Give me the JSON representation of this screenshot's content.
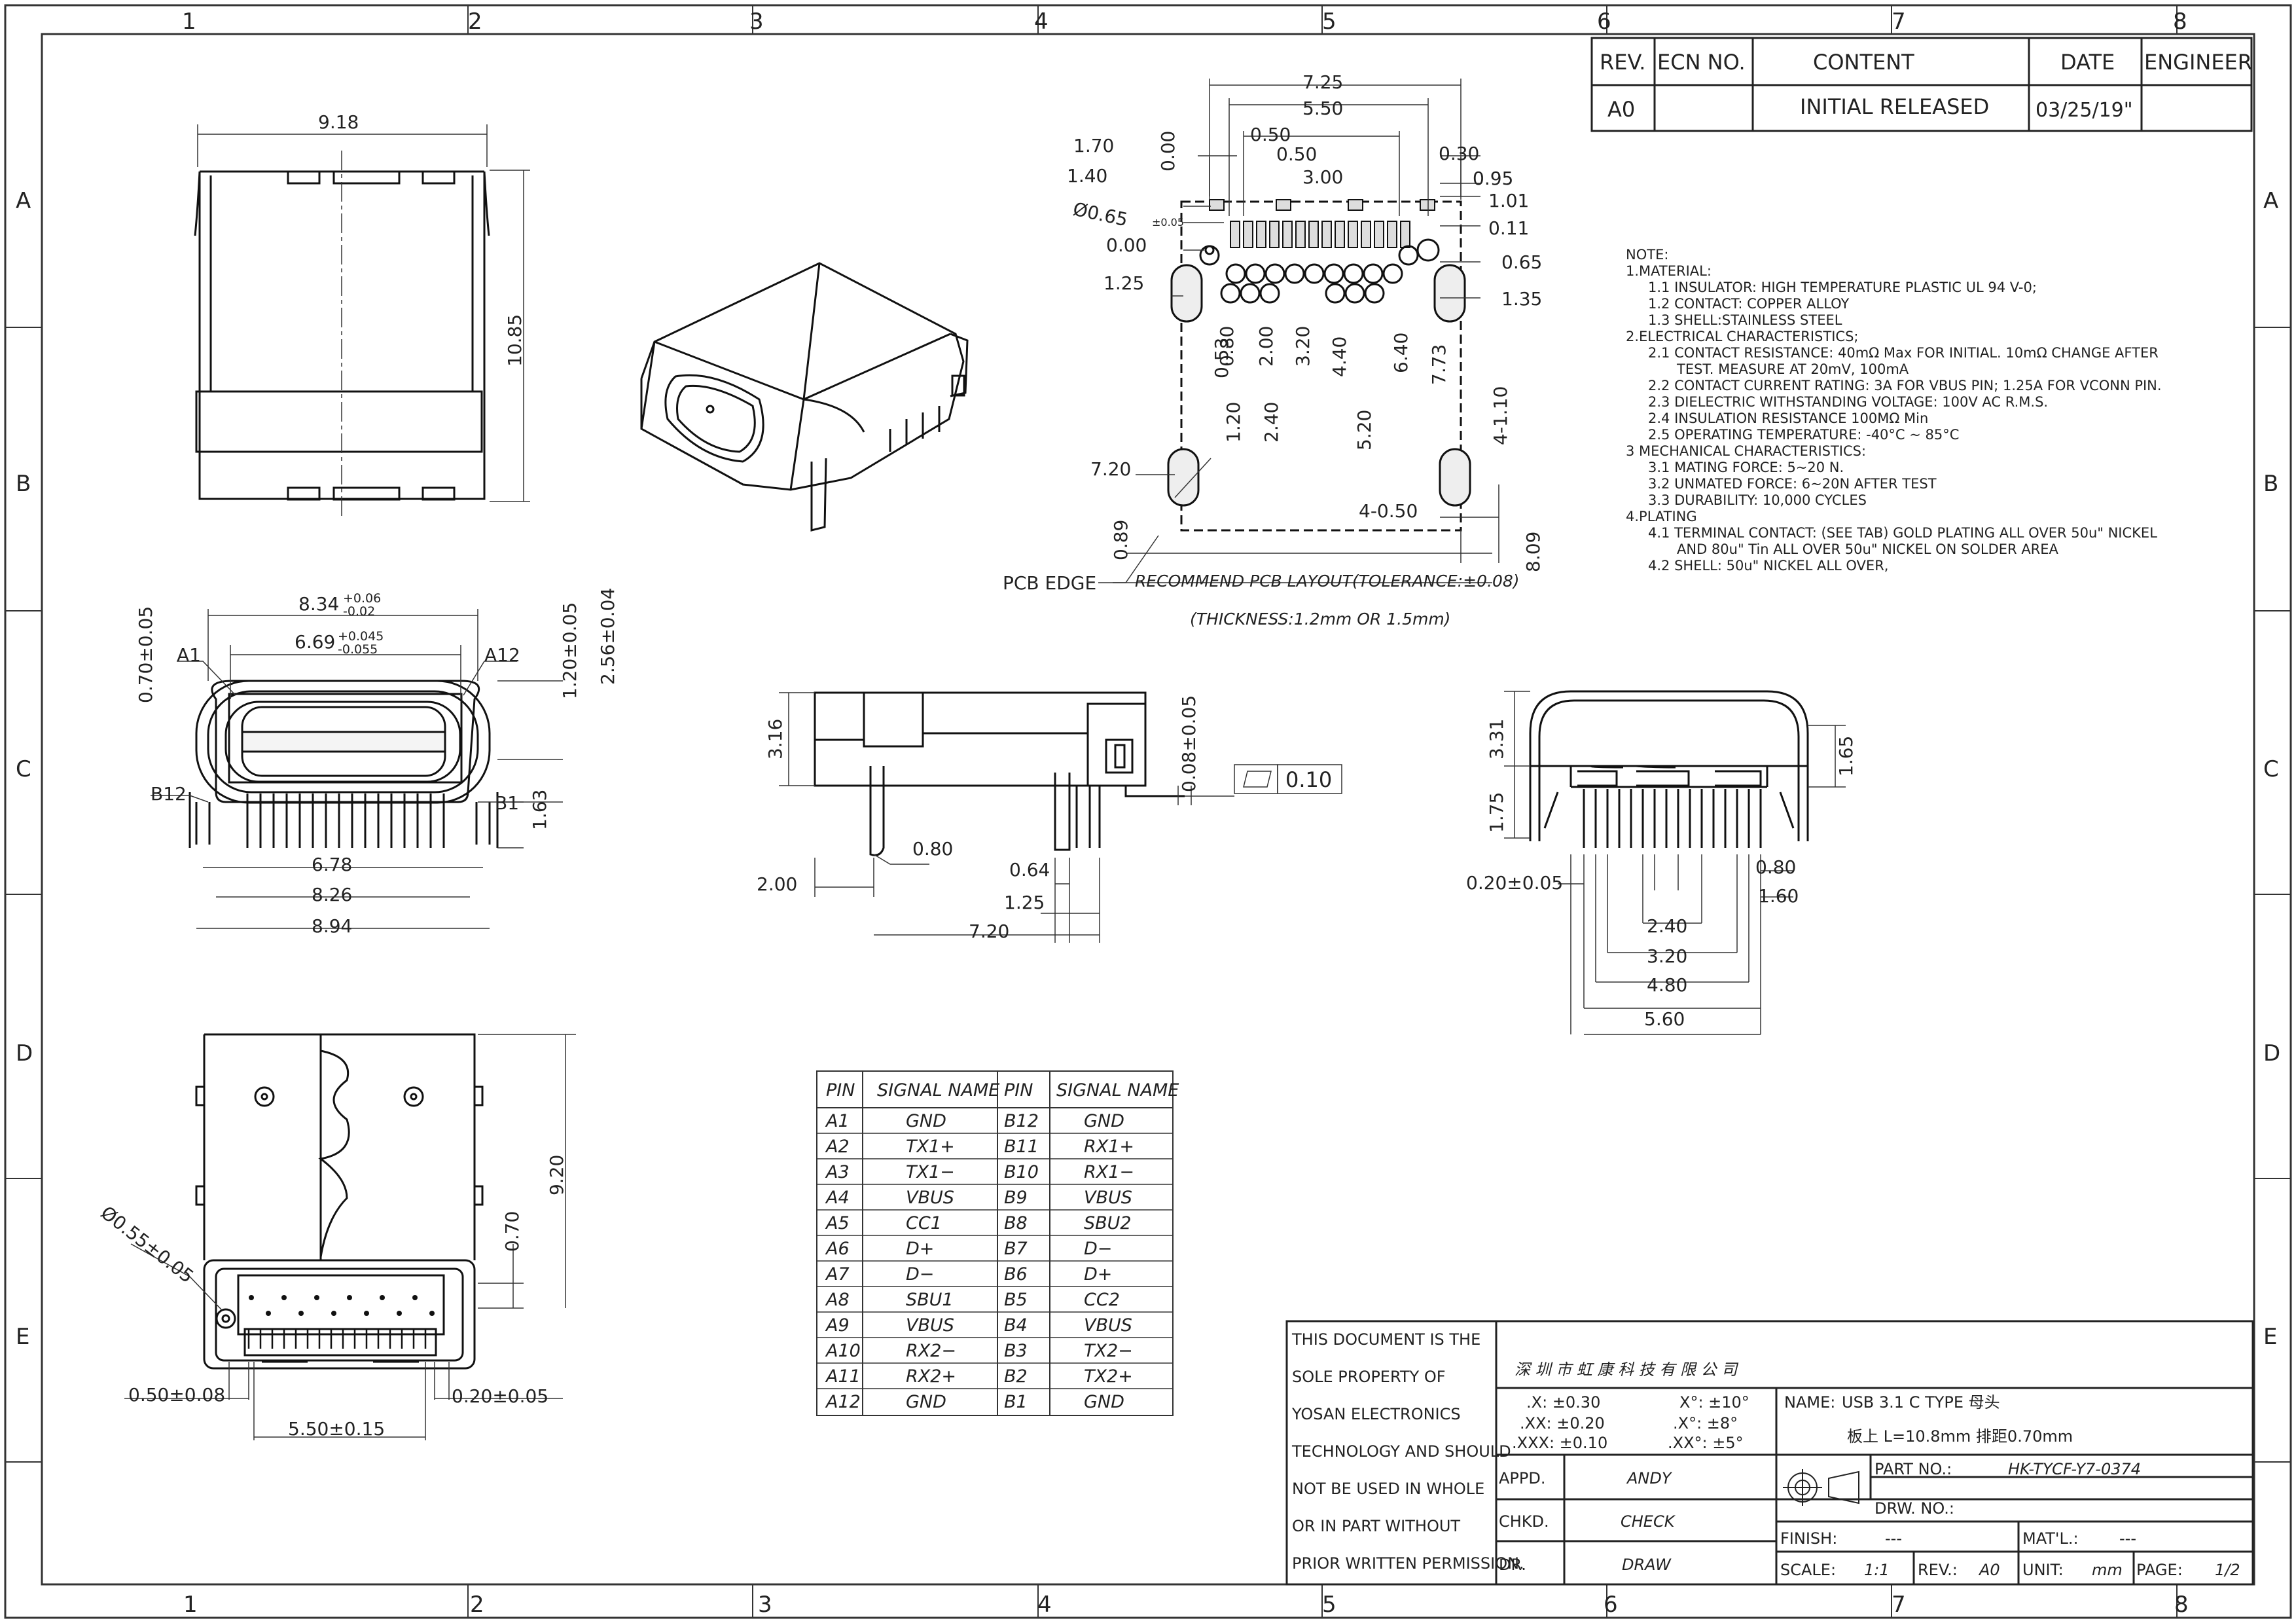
{
  "ruler": {
    "cols": [
      "1",
      "2",
      "3",
      "4",
      "5",
      "6",
      "7",
      "8"
    ],
    "rows": [
      "A",
      "B",
      "C",
      "D",
      "E"
    ]
  },
  "revision_table": {
    "headers": [
      "REV.",
      "ECN NO.",
      "CONTENT",
      "DATE",
      "ENGINEER"
    ],
    "row": [
      "A0",
      "",
      "INITIAL  RELEASED",
      "03/25/19\"",
      ""
    ]
  },
  "notes": [
    "NOTE:",
    "1.MATERIAL:",
    "1.1  INSULATOR: HIGH TEMPERATURE PLASTIC UL 94 V-0;",
    "1.2  CONTACT: COPPER ALLOY",
    "1.3  SHELL:STAINLESS STEEL",
    "2.ELECTRICAL CHARACTERISTICS;",
    "2.1  CONTACT RESISTANCE: 40mΩ Max FOR INITIAL. 10mΩ CHANGE AFTER",
    "TEST. MEASURE AT 20mV, 100mA",
    "2.2  CONTACT CURRENT RATING: 3A FOR VBUS PIN; 1.25A FOR VCONN PIN.",
    "2.3  DIELECTRIC WITHSTANDING VOLTAGE: 100V AC R.M.S.",
    "2.4  INSULATION RESISTANCE 100MΩ Min",
    "2.5  OPERATING TEMPERATURE: -40°C ~ 85°C",
    "3 MECHANICAL CHARACTERISTICS:",
    "3.1  MATING FORCE: 5~20 N.",
    "3.2  UNMATED FORCE: 6~20N AFTER TEST",
    "3.3  DURABILITY: 10,000 CYCLES",
    "4.PLATING",
    "4.1  TERMINAL CONTACT: (SEE TAB) GOLD PLATING ALL OVER 50u\" NICKEL",
    "AND 80u\" Tin ALL OVER 50u\" NICKEL ON SOLDER AREA",
    "4.2  SHELL: 50u\" NICKEL ALL OVER,"
  ],
  "pin_table": {
    "headers": [
      "PIN",
      "SIGNAL NAME",
      "PIN",
      "SIGNAL NAME"
    ],
    "rows": [
      [
        "A1",
        "GND",
        "B12",
        "GND"
      ],
      [
        "A2",
        "TX1+",
        "B11",
        "RX1+"
      ],
      [
        "A3",
        "TX1−",
        "B10",
        "RX1−"
      ],
      [
        "A4",
        "VBUS",
        "B9",
        "VBUS"
      ],
      [
        "A5",
        "CC1",
        "B8",
        "SBU2"
      ],
      [
        "A6",
        "D+",
        "B7",
        "D−"
      ],
      [
        "A7",
        "D−",
        "B6",
        "D+"
      ],
      [
        "A8",
        "SBU1",
        "B5",
        "CC2"
      ],
      [
        "A9",
        "VBUS",
        "B4",
        "VBUS"
      ],
      [
        "A10",
        "RX2−",
        "B3",
        "TX2−"
      ],
      [
        "A11",
        "RX2+",
        "B2",
        "TX2+"
      ],
      [
        "A12",
        "GND",
        "B1",
        "GND"
      ]
    ]
  },
  "title_block": {
    "property": [
      "THIS DOCUMENT IS THE",
      "SOLE PROPERTY OF",
      "YOSAN ELECTRONICS",
      "TECHNOLOGY AND SHOULD",
      "NOT BE USED IN WHOLE",
      "OR IN PART WITHOUT",
      "PRIOR WRITTEN PERMISSION."
    ],
    "company": "深 圳 市 虹 康 科 技 有 限 公 司",
    "tolerances": [
      [
        ".X: ±0.30",
        "X°: ±10°"
      ],
      [
        ".XX: ±0.20",
        ".X°: ±8°"
      ],
      [
        ".XXX: ±0.10",
        ".XX°: ±5°"
      ]
    ],
    "name_label": "NAME:",
    "name_line1": "USB 3.1 C TYPE 母头",
    "name_line2": "板上 L=10.8mm  排距0.70mm",
    "appd_label": "APPD.",
    "appd": "ANDY",
    "chkd_label": "CHKD.",
    "chkd": "CHECK",
    "dr_label": "DR.",
    "dr": "DRAW",
    "part_no_label": "PART NO.:",
    "part_no": "HK-TYCF-Y7-0374",
    "drw_no_label": "DRW. NO.:",
    "finish_label": "FINISH:",
    "finish": "---",
    "matl_label": "MAT'L.:",
    "matl": "---",
    "scale_label": "SCALE:",
    "scale": "1:1",
    "rev_label": "REV.:",
    "rev": "A0",
    "unit_label": "UNIT:",
    "unit": "mm",
    "page_label": "PAGE:",
    "page": "1/2"
  },
  "labels": {
    "pcb_edge": "PCB EDGE",
    "recommend": "RECOMMEND PCB LAYOUT(TOLERANCE:±0.08)",
    "thickness": "(THICKNESS:1.2mm OR 1.5mm)",
    "a1": "A1",
    "a12": "A12",
    "b12": "B12",
    "b1": "B1",
    "flatness": "0.10"
  },
  "dims": {
    "top_w": "9.18",
    "top_h": "10.85",
    "f_834": "8.34",
    "f_834_tol_up": "+0.06",
    "f_834_tol_dn": "-0.02",
    "f_669": "6.69",
    "f_669_tol_up": "+0.045",
    "f_669_tol_dn": "-0.055",
    "f_070": "0.70±0.05",
    "f_120": "1.20±0.05",
    "f_256": "2.56±0.04",
    "f_163": "1.63",
    "f_678": "6.78",
    "f_826": "8.26",
    "f_894": "8.94",
    "b_920": "9.20",
    "b_070": "0.70",
    "b_055": "Ø0.55±0.05",
    "b_050": "0.50±0.08",
    "b_020": "0.20±0.05",
    "b_550": "5.50±0.15",
    "s_316": "3.16",
    "s_008": "0.08±0.05",
    "s_080": "0.80",
    "s_200": "2.00",
    "s_064": "0.64",
    "s_125": "1.25",
    "s_720": "7.20",
    "r_331": "3.31",
    "r_165": "1.65",
    "r_175": "1.75",
    "r_020": "0.20±0.05",
    "r_080": "0.80",
    "r_160": "1.60",
    "r_240": "2.40",
    "r_320": "3.20",
    "r_480": "4.80",
    "r_560": "5.60",
    "p_725": "7.25",
    "p_550": "5.50",
    "p_050a": "0.50",
    "p_050b": "0.50",
    "p_300": "3.00",
    "p_170": "1.70",
    "p_140": "1.40",
    "p_065": "Ø0.65",
    "p_065_tol": "±0.05",
    "p_000a": "0.00",
    "p_000b": "0.00",
    "p_125": "1.25",
    "p_030": "0.30",
    "p_095": "0.95",
    "p_101": "1.01",
    "p_011": "0.11",
    "p_065r": "0.65",
    "p_135": "1.35",
    "p_053": "0.53",
    "p_080": "0.80",
    "p_200": "2.00",
    "p_320": "3.20",
    "p_440": "4.40",
    "p_640": "6.40",
    "p_773": "7.73",
    "p_120": "1.20",
    "p_240": "2.40",
    "p_520": "5.20",
    "p_4_110": "4-1.10",
    "p_720": "7.20",
    "p_4_050": "4-0.50",
    "p_089": "0.89",
    "p_809": "8.09"
  }
}
